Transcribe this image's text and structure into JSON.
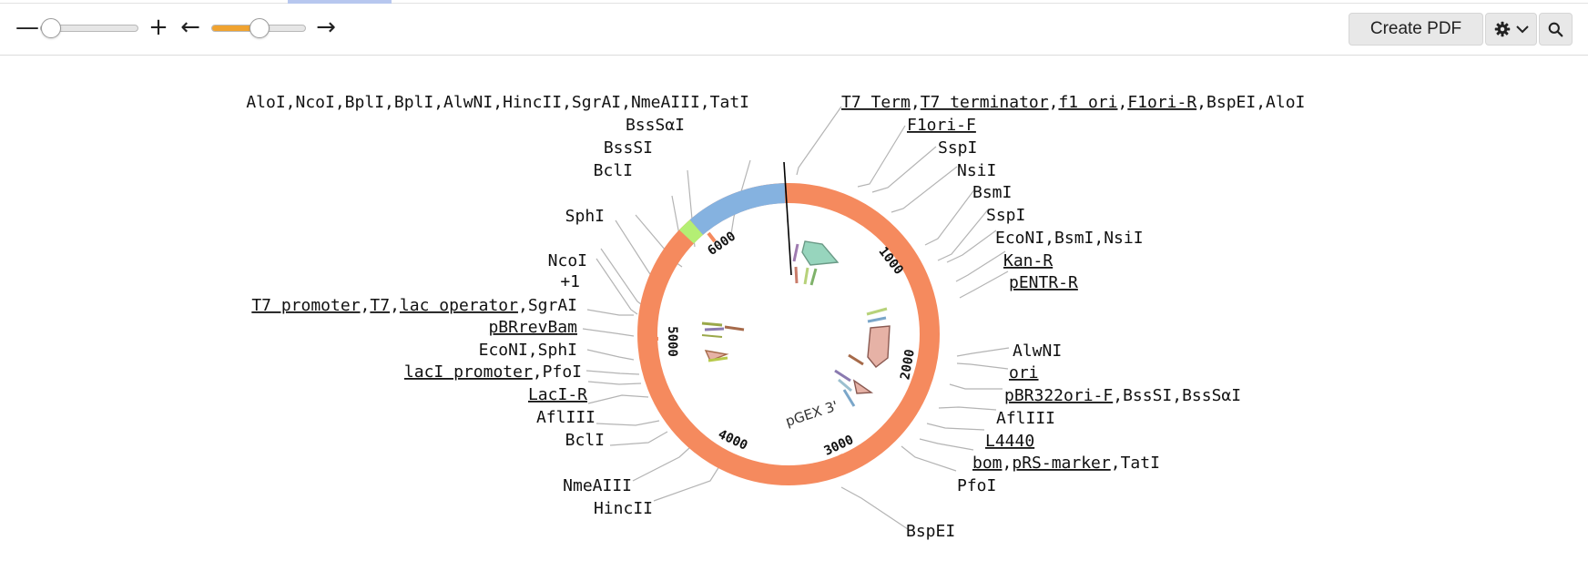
{
  "toolbar": {
    "zoom_out_glyph": "—",
    "zoom_in_glyph": "+",
    "rotate_left_glyph": "←",
    "rotate_right_glyph": "→",
    "create_pdf_label": "Create PDF",
    "settings_icon": "gear-icon",
    "dropdown_icon": "chevron-down-icon",
    "search_icon": "search-icon"
  },
  "zoom": {
    "value": 0.0
  },
  "rotation": {
    "value": 0.5
  },
  "plasmid": {
    "name": "pGEX 3'",
    "ticks": [
      "1000",
      "2000",
      "3000",
      "4000",
      "5000",
      "6000"
    ]
  },
  "labels": {
    "l01": "AloI,NcoI,BplI,BplI,AlwNI,HincII,SgrAI,NmeAIII,TatI",
    "l02": "BssSαI",
    "l03": "BssSI",
    "l04": "BclI",
    "l05": "SphI",
    "l06": "NcoI",
    "l07": "+1",
    "l08a": "T7 promoter",
    "l08b": "T7",
    "l08c": "lac operator",
    "l08d": "SgrAI",
    "l09": "pBRrevBam",
    "l10": "EcoNI,SphI",
    "l11a": "lacI promoter",
    "l11b": "PfoI",
    "l12": "LacI-R",
    "l13": "AflIII",
    "l14": "BclI",
    "l15": "NmeAIII",
    "l16": "HincII",
    "r01a": "T7 Term",
    "r01b": "T7 terminator",
    "r01c": "f1 ori",
    "r01d": "F1ori-R",
    "r01e": "BspEI,AloI",
    "r02": "F1ori-F",
    "r03": "SspI",
    "r04": "NsiI",
    "r05": "BsmI",
    "r06": "SspI",
    "r07": "EcoNI,BsmI,NsiI",
    "r08": "Kan-R",
    "r09": "pENTR-R",
    "r10": "AlwNI",
    "r11": "ori",
    "r12a": "pBR322ori-F",
    "r12b": "BssSI,BssSαI",
    "r13": "AflIII",
    "r14": "L4440",
    "r15a": "bom",
    "r15b": "pRS-marker",
    "r15c": "TatI",
    "r16": "PfoI",
    "r17": "BspEI"
  },
  "colors": {
    "backbone": "#f58a5e",
    "feature_blue": "#85b2e0",
    "feature_green": "#b4ef74",
    "slider_fill": "#f0a330"
  }
}
